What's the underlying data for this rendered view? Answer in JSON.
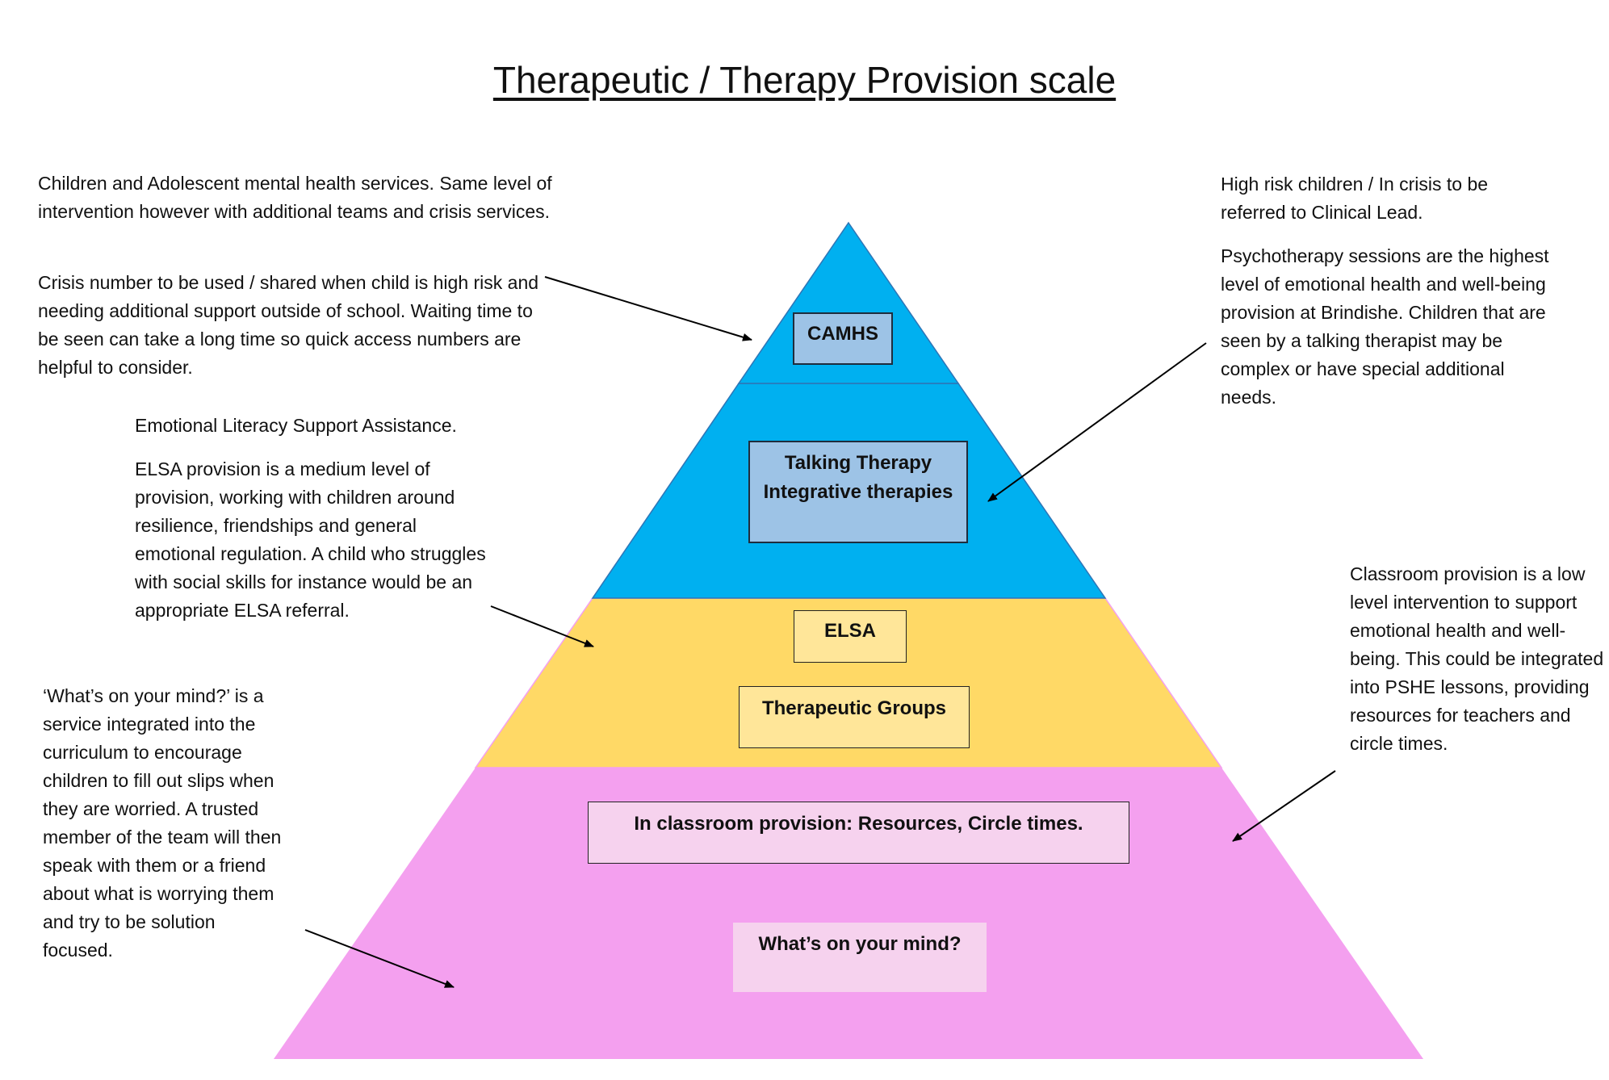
{
  "title": "Therapeutic / Therapy Provision scale",
  "colors": {
    "camhs_tier": "#00b0f0",
    "therapy_tier": "#00b0f0",
    "elsa_tier": "#ffd966",
    "classroom_tier": "#f4a0ef",
    "camhs_box": "#9dc3e6",
    "elsa_box": "#ffe699",
    "classroom_box": "#f6d2ee"
  },
  "pyramid": {
    "camhs_label": "CAMHS",
    "therapy_label_1": "Talking Therapy",
    "therapy_label_2": "Integrative therapies",
    "elsa_label": "ELSA",
    "groups_label": "Therapeutic Groups",
    "classroom_label": "In classroom provision: Resources, Circle times.",
    "mind_label": "What’s on your mind?"
  },
  "notes": {
    "camhs_intro": "Children and Adolescent mental health services. Same level of intervention however with additional teams and crisis services.",
    "camhs_crisis": "Crisis number to be used / shared when child is high risk and needing additional support outside of school. Waiting time to be seen can take a long time so quick access numbers are helpful to consider.",
    "elsa_title": "Emotional Literacy Support Assistance.",
    "elsa_body": "ELSA provision is a medium level of provision, working with children around resilience, friendships and general emotional regulation. A child who struggles with social skills for instance would be an appropriate ELSA referral.",
    "mind_body": "‘What’s on your mind?’ is a service integrated into the curriculum to encourage children to fill out slips when they are worried. A trusted member of the team will then speak with them or a friend about what is worrying them and try to be solution focused.",
    "high_risk": "High risk children / In crisis to be referred to Clinical Lead.",
    "psychotherapy": "Psychotherapy sessions are the highest level of emotional health and well-being provision at Brindishe. Children that are seen by a talking therapist may be complex or have special additional needs.",
    "classroom": "Classroom provision is a low level intervention to support emotional health and well-being. This could be integrated into PSHE lessons, providing resources for teachers and circle times."
  }
}
